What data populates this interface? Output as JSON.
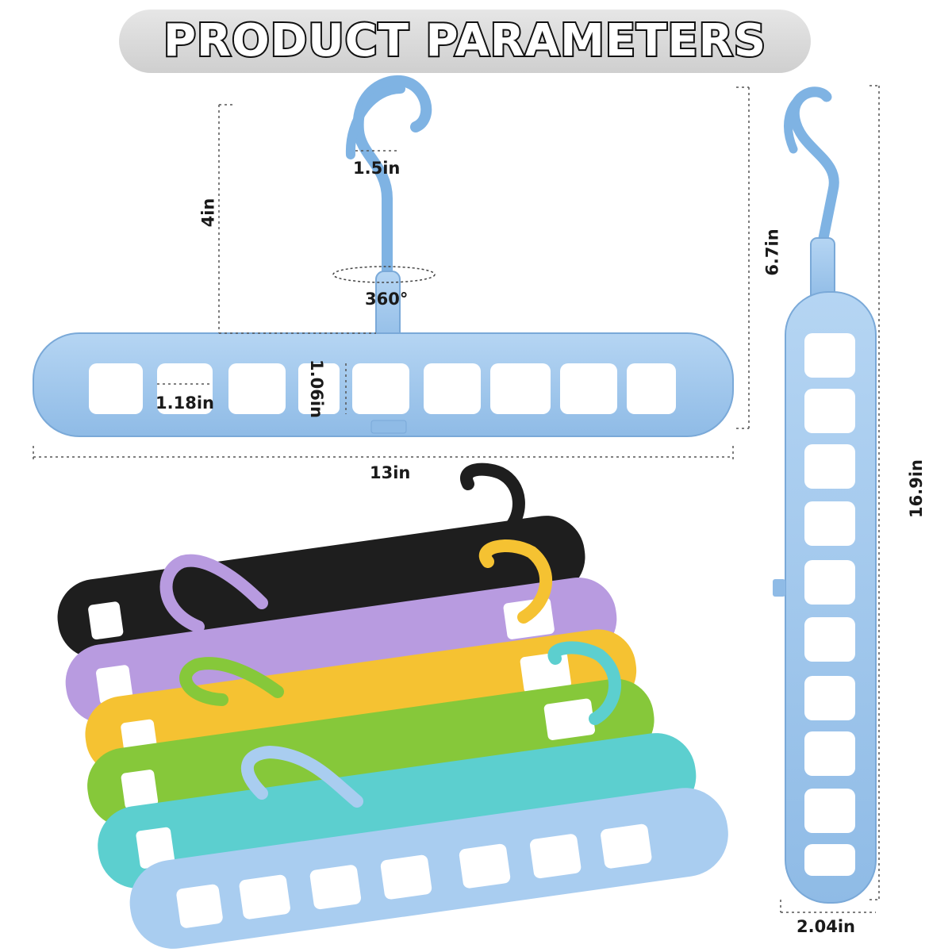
{
  "banner": {
    "title": "PRODUCT PARAMETERS"
  },
  "dimensions": {
    "hook_width": "1.5in",
    "hook_height": "4in",
    "rotation": "360°",
    "slot_width": "1.18in",
    "slot_height": "1.06in",
    "total_width": "13in",
    "vertical_height": "6.7in",
    "vertical_length": "16.9in",
    "vertical_width": "2.04in"
  },
  "colors": {
    "blue": "#9fc6ea",
    "blue_dark": "#6ea3d6",
    "black": "#1e1e1e",
    "purple": "#b89be0",
    "yellow": "#f5c232",
    "green": "#86c83a",
    "teal": "#5ccfcf",
    "light_blue": "#a9cdf0"
  }
}
